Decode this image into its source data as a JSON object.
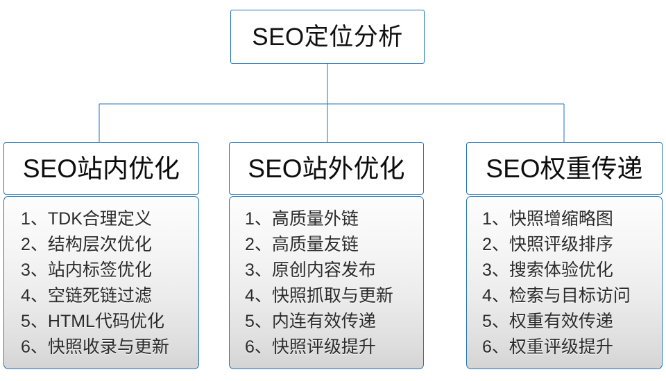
{
  "diagram": {
    "type": "organization-tree",
    "colors": {
      "border": "#1f72b8",
      "text": "#2b2b2b",
      "heading_text": "#0d0d0d",
      "panel_gradient_top": "#fdfdfd",
      "panel_gradient_bottom": "#d4d4d4",
      "background": "#ffffff"
    },
    "root": {
      "label": "SEO定位分析"
    },
    "branches": [
      {
        "title": "SEO站内优化",
        "items": [
          "1、TDK合理定义",
          "2、结构层次优化",
          "3、站内标签优化",
          "4、空链死链过滤",
          "5、HTML代码优化",
          "6、快照收录与更新"
        ]
      },
      {
        "title": "SEO站外优化",
        "items": [
          "1、高质量外链",
          "2、高质量友链",
          "3、原创内容发布",
          "4、快照抓取与更新",
          "5、内连有效传递",
          "6、快照评级提升"
        ]
      },
      {
        "title": "SEO权重传递",
        "items": [
          "1、快照增缩略图",
          "2、快照评级排序",
          "3、搜索体验优化",
          "4、检索与目标访问",
          "5、权重有效传递",
          "6、权重评级提升"
        ]
      }
    ]
  }
}
